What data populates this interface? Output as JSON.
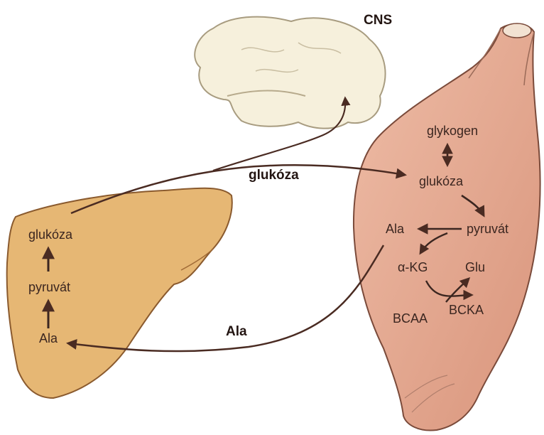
{
  "labels": {
    "cns": "CNS",
    "glucose_flow": "glukóza",
    "alanine_flow": "Ala"
  },
  "liver": {
    "glucose": "glukóza",
    "pyruvate": "pyruvát",
    "alanine": "Ala"
  },
  "muscle": {
    "glycogen": "glykogen",
    "glucose": "glukóza",
    "alanine": "Ala",
    "pyruvate": "pyruvát",
    "alpha_kg": "α-KG",
    "glutamate": "Glu",
    "bcaa": "BCAA",
    "bcka": "BCKA"
  },
  "colors": {
    "brain_fill": "#f6f0dc",
    "liver_fill": "#e6b774",
    "muscle_fill": "#e6ab93",
    "arrow": "#4a2b22",
    "outline": "#5a3a2e"
  }
}
